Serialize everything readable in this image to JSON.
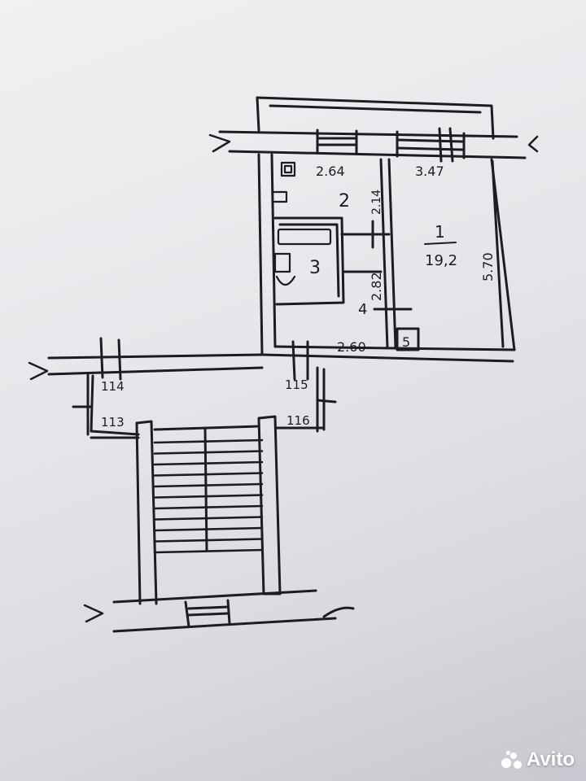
{
  "room_numbers": {
    "room1": "1",
    "room2": "2",
    "room3": "3",
    "room4": "4",
    "room5": "5"
  },
  "areas": {
    "room1": "19,2"
  },
  "dimensions": {
    "kitchen_top": "2.64",
    "room1_top": "3.47",
    "room1_side": "5.70",
    "kitchen_side": "2.14",
    "bath_side": "2.82",
    "hall_bottom": "2.60"
  },
  "stair_labels": {
    "l114": "114",
    "l113": "113",
    "l115": "115",
    "l116": "116"
  },
  "watermark": "Avito",
  "colors": {
    "ink": "#1c1c22",
    "paper": "#ececef"
  }
}
